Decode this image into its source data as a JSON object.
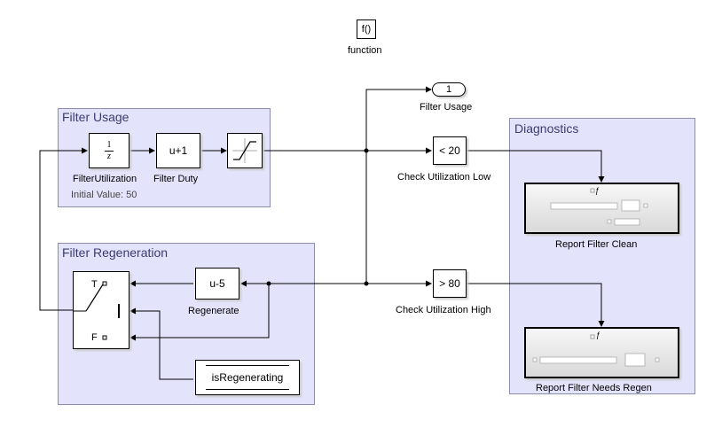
{
  "function_block": {
    "symbol": "f()",
    "label": "function"
  },
  "outport": {
    "number": "1",
    "label": "Filter Usage"
  },
  "areas": {
    "filter_usage": "Filter Usage",
    "filter_regeneration": "Filter Regeneration",
    "diagnostics": "Diagnostics"
  },
  "blocks": {
    "integrator": {
      "numerator": "1",
      "denominator": "z",
      "label": "FilterUtilization",
      "note": "Initial Value: 50"
    },
    "filter_duty": {
      "expr": "u+1",
      "label": "Filter Duty"
    },
    "regenerate": {
      "expr": "u-5",
      "label": "Regenerate"
    },
    "check_low": {
      "expr": "< 20",
      "label": "Check Utilization Low"
    },
    "check_high": {
      "expr": "> 80",
      "label": "Check Utilization High"
    },
    "switch": {
      "true_port": "T",
      "false_port": "F"
    },
    "is_regenerating": {
      "label": "isRegenerating"
    },
    "report_clean": {
      "label": "Report Filter Clean"
    },
    "report_regen": {
      "label": "Report Filter Needs Regen"
    }
  }
}
